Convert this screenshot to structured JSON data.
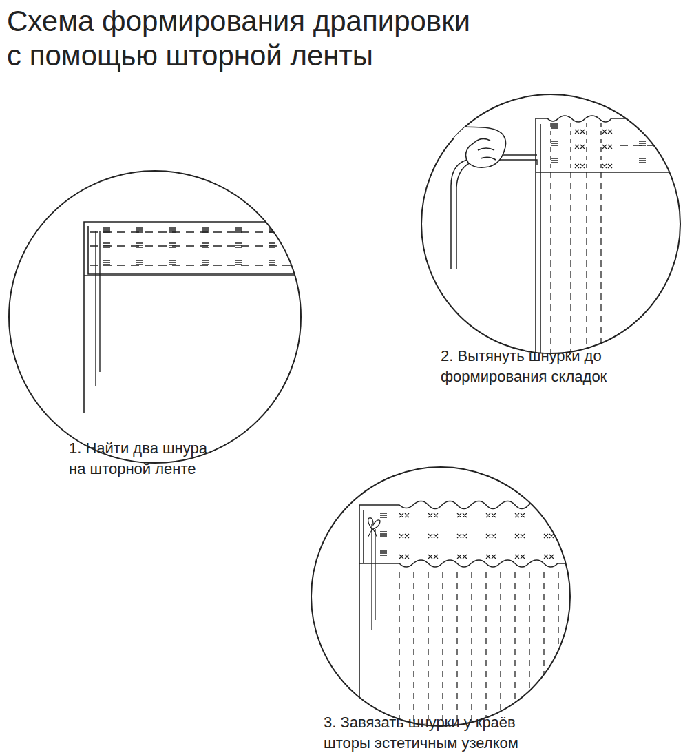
{
  "diagram": {
    "title": "Схема формирования драпировки с помощью шторной ленты",
    "labels": [
      "1. Найти два шнура на шторной ленте",
      "2. Вытянуть шнурки до формирования складок",
      "3. Завязать шнурки у краёв шторы эстетичным узелком"
    ]
  }
}
